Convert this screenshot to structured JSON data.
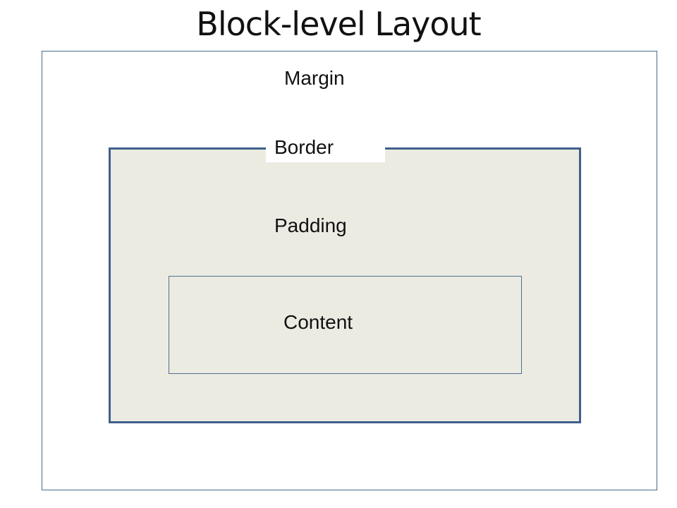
{
  "title": "Block-level Layout",
  "labels": {
    "margin": "Margin",
    "border": "Border",
    "padding": "Padding",
    "content": "Content"
  },
  "colors": {
    "border_stroke": "#3f5f8c",
    "padding_fill": "#ecebe2",
    "outline": "#4a6a8a"
  }
}
